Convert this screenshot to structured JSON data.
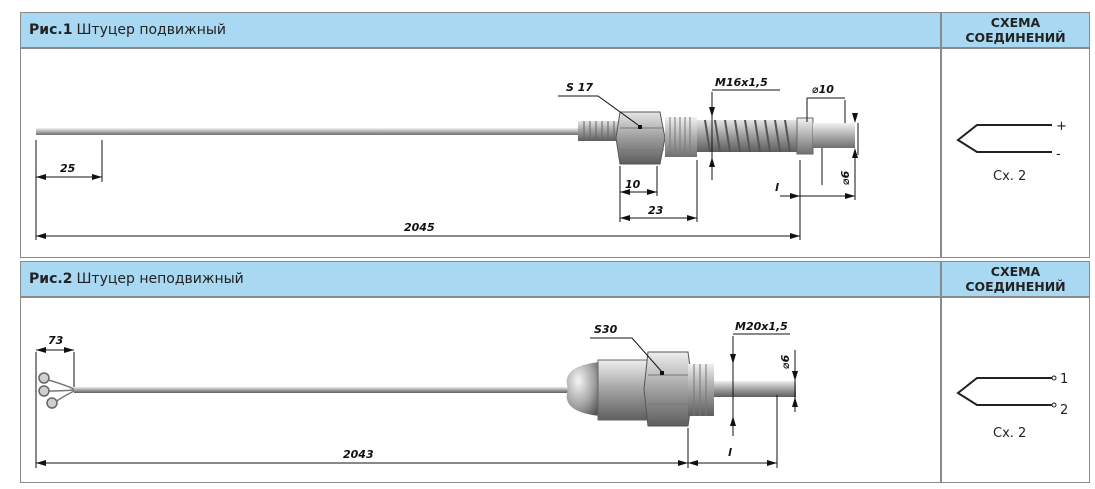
{
  "fig1": {
    "title_num": "Рис.1",
    "title_text": "Штуцер подвижный",
    "scheme_header_1": "СХЕМА",
    "scheme_header_2": "СОЕДИНЕНИЙ",
    "scheme_label": "Сх. 2",
    "scheme_plus": "+",
    "scheme_minus": "-",
    "dims": {
      "s": "S 17",
      "thread": "M16x1,5",
      "d10": "⌀10",
      "d6": "⌀6",
      "len25": "25",
      "len10": "10",
      "len23": "23",
      "l": "l",
      "total": "2045"
    }
  },
  "fig2": {
    "title_num": "Рис.2",
    "title_text": "Штуцер неподвижный",
    "scheme_header_1": "СХЕМА",
    "scheme_header_2": "СОЕДИНЕНИЙ",
    "scheme_label": "Сх. 2",
    "scheme_1": "1",
    "scheme_2": "2",
    "dims": {
      "len73": "73",
      "s": "S30",
      "thread": "M20x1,5",
      "d6": "⌀6",
      "l": "l",
      "total": "2043"
    }
  }
}
